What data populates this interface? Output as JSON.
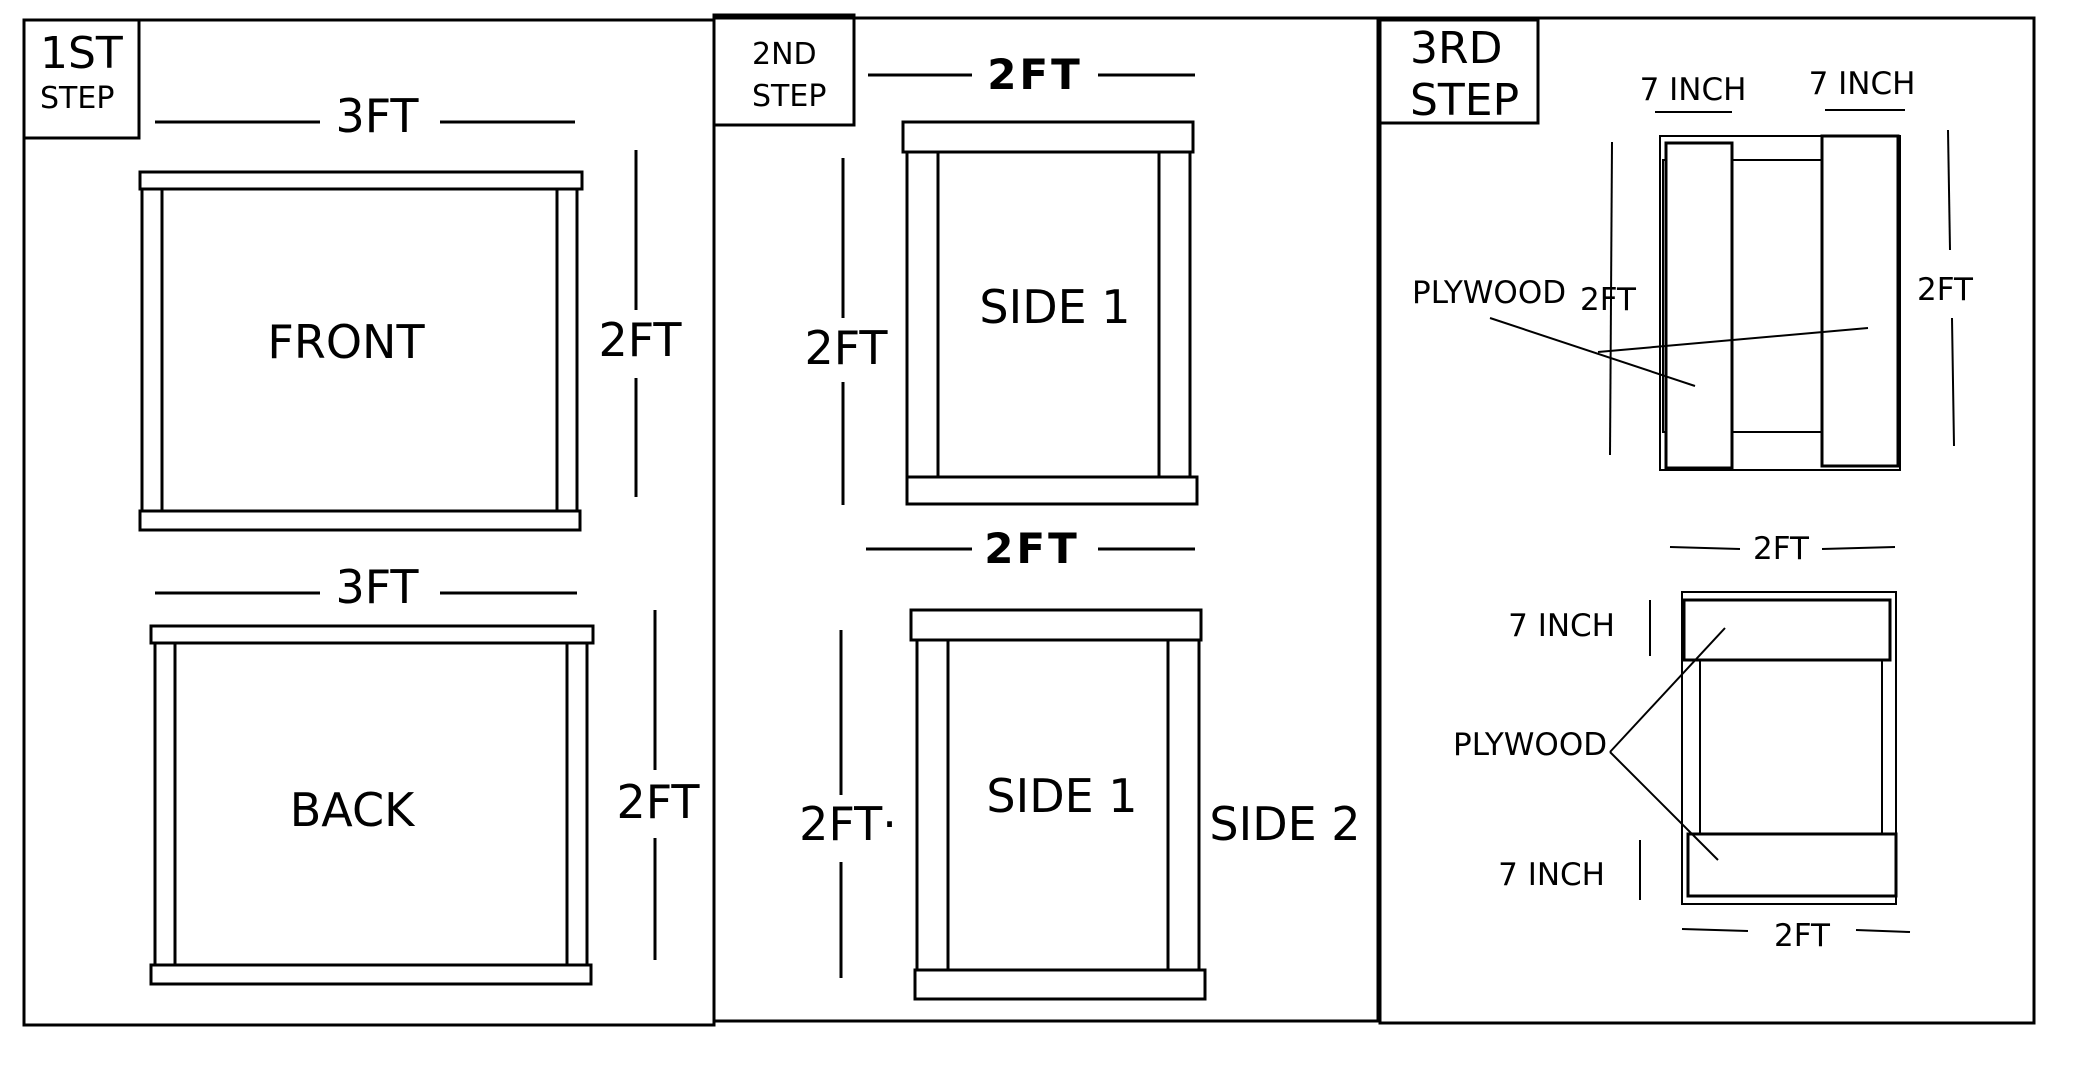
{
  "diagram": {
    "panels": [
      {
        "step_line1": "1ST",
        "step_line2": "STEP",
        "frames": [
          {
            "name": "FRONT",
            "width_label": "3FT",
            "height_label": "2FT"
          },
          {
            "name": "BACK",
            "width_label": "3FT",
            "height_label": "2FT"
          }
        ]
      },
      {
        "step_line1": "2ND",
        "step_line2": "STEP",
        "frames": [
          {
            "name": "SIDE 1",
            "width_label": "2FT",
            "height_label": "2FT"
          },
          {
            "name": "SIDE 1",
            "second_name": "SIDE 2",
            "width_label": "2FT",
            "height_label": "2FT·"
          }
        ]
      },
      {
        "step_line1": "3RD",
        "step_line2": "STEP",
        "top_view": {
          "left_width": "7 INCH",
          "right_width": "7 INCH",
          "left_height": "2FT",
          "right_height": "2FT",
          "material": "PLYWOOD"
        },
        "bottom_view": {
          "top_width": "2FT",
          "bottom_width": "2FT",
          "top_height": "7 INCH",
          "bottom_height": "7 INCH",
          "material": "PLYWOOD"
        }
      }
    ]
  }
}
